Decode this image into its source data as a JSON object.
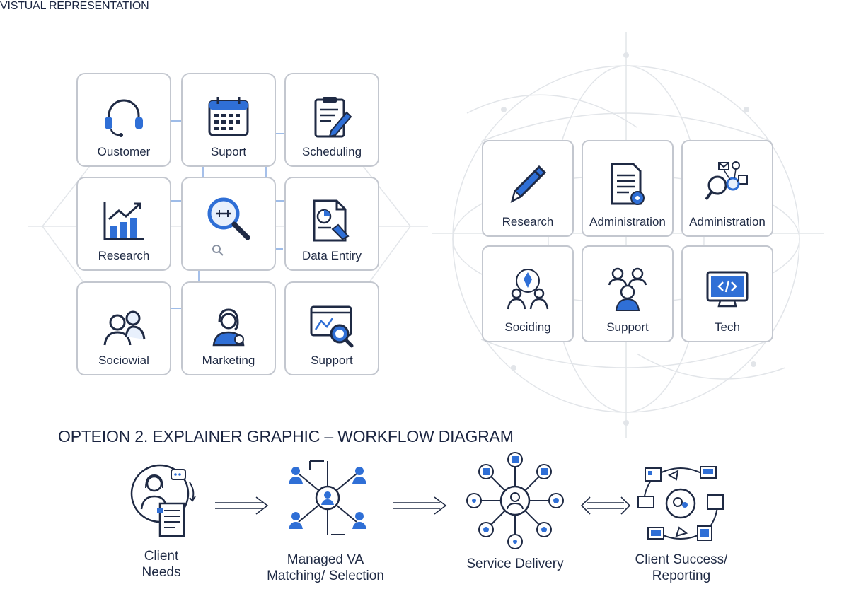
{
  "titles": {
    "main": "VISTUAL REPRESENTATION",
    "option2": "OPTEION 2. EXPLAINER GRAPHIC – WORKFLOW DIAGRAM"
  },
  "left_grid": [
    {
      "label": "Oustomer",
      "icon": "headset-icon"
    },
    {
      "label": "Suport",
      "icon": "calendar-icon"
    },
    {
      "label": "Scheduling",
      "icon": "clipboard-pencil-icon"
    },
    {
      "label": "Research",
      "icon": "bar-chart-icon"
    },
    {
      "label": "",
      "icon": "magnifier-icon"
    },
    {
      "label": "Data Entiry",
      "icon": "document-chart-icon"
    },
    {
      "label": "Sociowial",
      "icon": "people-icon"
    },
    {
      "label": "Marketing",
      "icon": "person-badge-icon"
    },
    {
      "label": "Support",
      "icon": "browser-search-icon"
    }
  ],
  "right_grid": [
    {
      "label": "Research",
      "icon": "pen-icon"
    },
    {
      "label": "Administration",
      "icon": "document-gear-icon"
    },
    {
      "label": "Administration",
      "icon": "network-search-icon"
    },
    {
      "label": "Sociding",
      "icon": "team-hub-icon"
    },
    {
      "label": "Support",
      "icon": "team-icon"
    },
    {
      "label": "Tech",
      "icon": "laptop-code-icon"
    }
  ],
  "workflow": [
    {
      "label_lines": [
        "Client",
        "Needs"
      ],
      "icon": "client-document-icon"
    },
    {
      "label_lines": [
        "Managed VA",
        "Matching/ Selection"
      ],
      "icon": "matching-network-icon"
    },
    {
      "label_lines": [
        "Service Delivery"
      ],
      "icon": "service-hub-icon"
    },
    {
      "label_lines": [
        "Client Success/",
        "Reporting"
      ],
      "icon": "reporting-cycle-icon"
    }
  ],
  "colors": {
    "accent": "#2f6fd6",
    "ink": "#1f2a44",
    "border": "#c3c7cf",
    "faint": "#d9dce2"
  }
}
